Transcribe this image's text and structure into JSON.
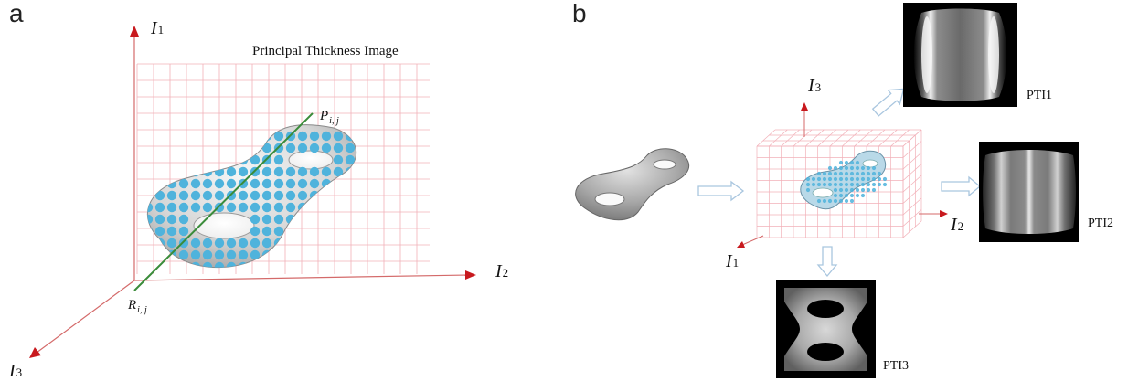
{
  "panel_a": {
    "letter": "a",
    "axis_i1": {
      "main": "I",
      "sub": "1"
    },
    "axis_i2": {
      "main": "I",
      "sub": "2"
    },
    "axis_i3": {
      "main": "I",
      "sub": "3"
    },
    "grid_title": "Principal Thickness Image",
    "point_p": {
      "main": "P",
      "sub": "i, j"
    },
    "point_r": {
      "main": "R",
      "sub": "i, j"
    }
  },
  "panel_b": {
    "letter": "b",
    "axis_i1": {
      "main": "I",
      "sub": "1"
    },
    "axis_i2": {
      "main": "I",
      "sub": "2"
    },
    "axis_i3": {
      "main": "I",
      "sub": "3"
    },
    "pti1_label": "PTI1",
    "pti2_label": "PTI2",
    "pti3_label": "PTI3"
  },
  "colors": {
    "grid": "#f2b0b8",
    "axis": "#c04040",
    "arrowhead": "#c8191e",
    "dots": "#4fb3dc",
    "ray": "#3a8c3a",
    "flow_arrow": "#a9c6df"
  }
}
